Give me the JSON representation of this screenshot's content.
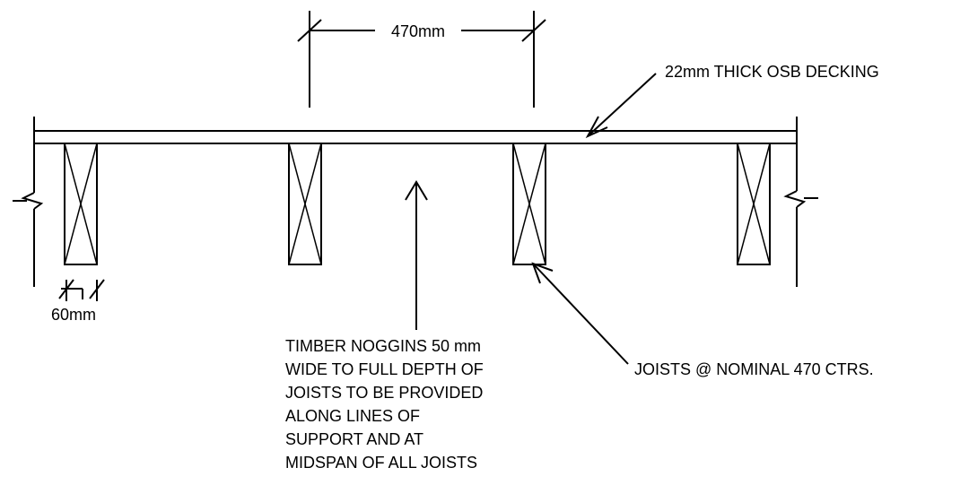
{
  "labels": {
    "spacing_dimension": "470mm",
    "joist_width_dimension": "60mm",
    "decking_note": "22mm THICK OSB DECKING",
    "joists_note": "JOISTS @ NOMINAL 470 CTRS.",
    "noggins_note": [
      "TIMBER NOGGINS 50 mm",
      "WIDE TO FULL DEPTH OF",
      "JOISTS TO BE PROVIDED",
      "ALONG LINES OF",
      "SUPPORT AND AT",
      "MIDSPAN OF ALL JOISTS"
    ]
  },
  "colors": {
    "line": "#000000",
    "background": "#ffffff"
  }
}
